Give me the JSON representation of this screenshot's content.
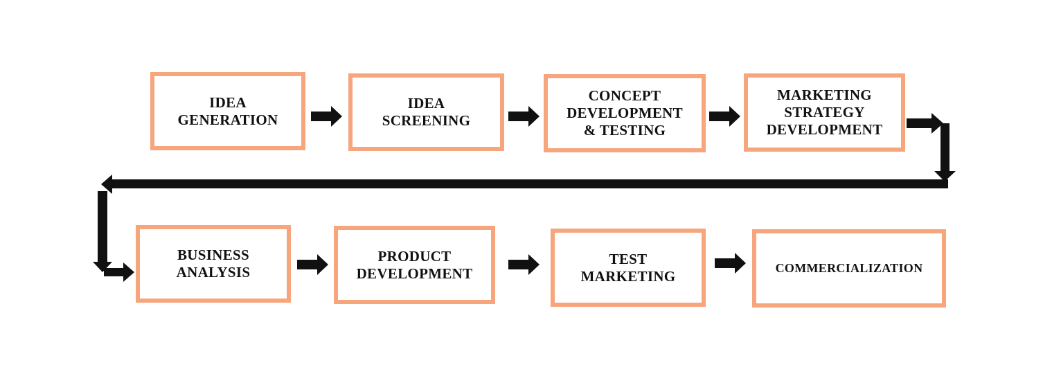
{
  "colors": {
    "box_border": "#f6a57d",
    "arrow": "#111111",
    "text": "#111111"
  },
  "steps": [
    {
      "label": "IDEA\nGENERATION"
    },
    {
      "label": "IDEA\nSCREENING"
    },
    {
      "label": "CONCEPT\nDEVELOPMENT\n& TESTING"
    },
    {
      "label": "MARKETING\nSTRATEGY\nDEVELOPMENT"
    },
    {
      "label": "BUSINESS\nANALYSIS"
    },
    {
      "label": "PRODUCT\nDEVELOPMENT"
    },
    {
      "label": "TEST\nMARKETING"
    },
    {
      "label": "COMMERCIALIZATION"
    }
  ]
}
